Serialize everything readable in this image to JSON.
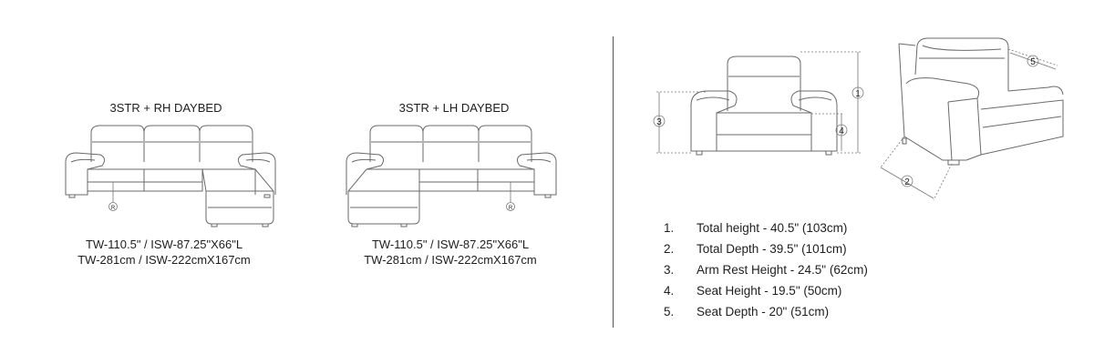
{
  "left_sofa": {
    "title": "3STR + RH DAYBED",
    "line1": "TW-110.5\" / ISW-87.25\"X66\"L",
    "line2": "TW-281cm / ISW-222cmX167cm",
    "mark": "R"
  },
  "right_sofa": {
    "title": "3STR + LH DAYBED",
    "line1": "TW-110.5\" / ISW-87.25\"X66\"L",
    "line2": "TW-281cm / ISW-222cmX167cm",
    "mark": "R"
  },
  "callouts": [
    "1",
    "2",
    "3",
    "4",
    "5"
  ],
  "specs": [
    {
      "num": "1.",
      "text": "Total height - 40.5\" (103cm)"
    },
    {
      "num": "2.",
      "text": "Total Depth - 39.5\" (101cm)"
    },
    {
      "num": "3.",
      "text": "Arm Rest Height - 24.5\" (62cm)"
    },
    {
      "num": "4.",
      "text": "Seat Height - 19.5\" (50cm)"
    },
    {
      "num": "5.",
      "text": "Seat Depth - 20\" (51cm)"
    }
  ]
}
